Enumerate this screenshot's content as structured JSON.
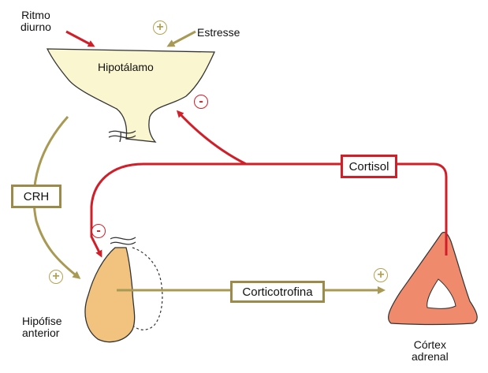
{
  "colors": {
    "accent_red": "#d11f2a",
    "accent_olive": "#a89a55",
    "hypothalamus": "#faf6cf",
    "pituitary": "#f1c37f",
    "adrenal": "#f08a6c"
  },
  "labels": {
    "ritmo_line1": "Ritmo",
    "ritmo_line2": "diurno",
    "estresse": "Estresse",
    "hipotalamo": "Hipotálamo",
    "crh": "CRH",
    "cortisol": "Cortisol",
    "corticotrofina": "Corticotrofina",
    "hipofise_line1": "Hipófise",
    "hipofise_line2": "anterior",
    "cortex_line1": "Córtex",
    "cortex_line2": "adrenal"
  },
  "signs": {
    "plus": "+",
    "minus": "-"
  }
}
